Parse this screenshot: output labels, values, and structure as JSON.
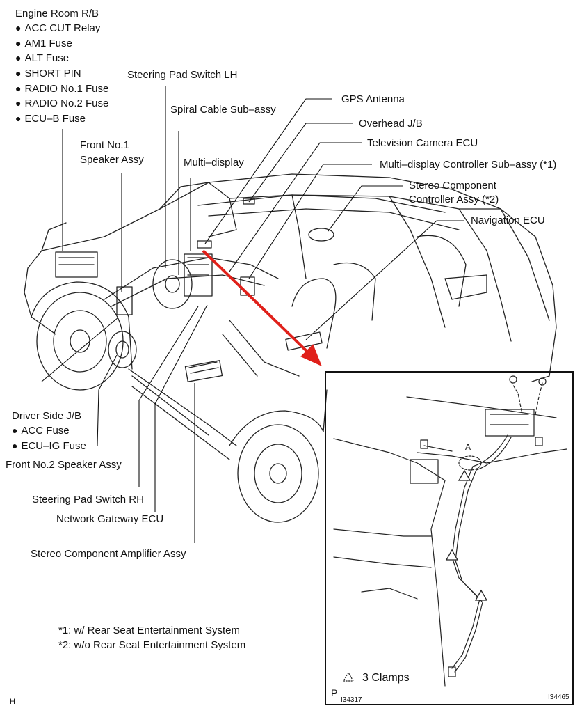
{
  "engine_room": {
    "title": "Engine Room R/B",
    "items": [
      "ACC CUT Relay",
      "AM1 Fuse",
      "ALT Fuse",
      "SHORT PIN",
      "RADIO No.1 Fuse",
      "RADIO No.2 Fuse",
      "ECU–B Fuse"
    ]
  },
  "labels": {
    "steering_pad_lh": "Steering Pad Switch LH",
    "spiral_cable": "Spiral Cable Sub–assy",
    "gps_antenna": "GPS Antenna",
    "overhead_jb": "Overhead J/B",
    "tv_camera_ecu": "Television Camera ECU",
    "multi_display_controller": "Multi–display Controller Sub–assy (*1)",
    "stereo_component_controller_1": "Stereo Component",
    "stereo_component_controller_2": "Controller Assy (*2)",
    "navigation_ecu": "Navigation ECU",
    "front_speaker_1_line1": "Front No.1",
    "front_speaker_1_line2": "Speaker Assy",
    "multi_display": "Multi–display",
    "driver_side_jb": "Driver Side J/B",
    "front_speaker_2": "Front No.2 Speaker Assy",
    "steering_pad_rh": "Steering Pad Switch RH",
    "network_gateway_ecu": "Network Gateway ECU",
    "stereo_amplifier": "Stereo Component Amplifier Assy"
  },
  "driver_side_items": [
    "ACC Fuse",
    "ECU–IG Fuse"
  ],
  "notes": [
    "*1: w/ Rear Seat Entertainment System",
    "*2:  w/o Rear Seat Entertainment System"
  ],
  "inset": {
    "point_label": "A",
    "clamps_note": "3 Clamps",
    "corner_letter": "P",
    "ref_left": "I34317",
    "ref_right": "I34465"
  },
  "page_corner": "H",
  "colors": {
    "arrow": "#e0201a",
    "ink": "#111111"
  }
}
